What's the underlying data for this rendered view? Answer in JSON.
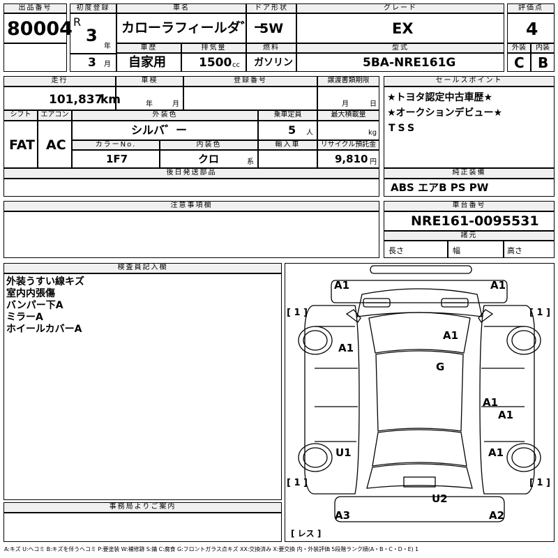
{
  "header": {
    "lot_label": "出品番号",
    "lot": "80004",
    "first_reg_label": "初度登録",
    "era": "R",
    "year": "3",
    "year_unit": "年",
    "month": "3",
    "month_unit": "月",
    "car_name_label": "車名",
    "car_name": "カローラフィールダ゛ー",
    "door_label": "ドア形状",
    "door": "5W",
    "grade_label": "グレード",
    "grade": "EX",
    "score_label": "評価点",
    "score": "4",
    "history_label": "車歴",
    "history": "自家用",
    "displacement_label": "排気量",
    "displacement": "1500",
    "displacement_unit": "cc",
    "fuel_label": "燃料",
    "fuel": "ガソリン",
    "model_label": "型式",
    "model": "5BA-NRE161G",
    "exterior_label": "外装",
    "exterior": "C",
    "interior_label": "内装",
    "interior": "B"
  },
  "row2": {
    "mileage_label": "走行",
    "mileage": "101,837",
    "mileage_unit": "km",
    "inspection_label": "車検",
    "inspection_year_unit": "年",
    "inspection_month_unit": "月",
    "reg_no_label": "登録番号",
    "transfer_label": "譲渡書類期限",
    "transfer_month_unit": "月",
    "transfer_day_unit": "日",
    "shift_label": "シフト",
    "shift": "FAT",
    "ac_label": "エアコン",
    "ac": "AC",
    "color_label": "外装色",
    "color": "シルバ゛ー",
    "capacity_label": "乗車定員",
    "capacity": "5",
    "capacity_unit": "人",
    "load_label": "最大積載量",
    "load_unit": "kg",
    "color_no_label": "カラーNo.",
    "color_no": "1F7",
    "int_color_label": "内装色",
    "int_color": "クロ",
    "int_color_unit": "系",
    "import_label": "輸入車",
    "recycle_label": "リサイクル預託金",
    "recycle": "9,810",
    "recycle_unit": "円"
  },
  "sales": {
    "label": "セールスポイント",
    "lines": [
      "★トヨタ認定中古車歴★",
      "★オークションデビュー★",
      "TSS"
    ]
  },
  "later_parts_label": "後日発送部品",
  "equipment": {
    "label": "純正装備",
    "value": "ABS エアB PS PW"
  },
  "notes_label": "注意事項欄",
  "chassis": {
    "label": "車台番号",
    "value": "NRE161-0095531"
  },
  "specs": {
    "label": "諸元",
    "length": "長さ",
    "width": "幅",
    "height": "高さ"
  },
  "inspector": {
    "label": "検査員記入欄",
    "lines": [
      "外装うすい線キズ",
      "室内内張傷",
      "バンパー下A",
      "ミラーA",
      "ホイールカバーA"
    ]
  },
  "office_label": "事務局よりご案内",
  "diagram": {
    "marks": [
      "A1",
      "A1",
      "A1",
      "A1",
      "G",
      "A1",
      "A1",
      "U1",
      "A1",
      "U2",
      "A3",
      "A2"
    ],
    "wheel_labels": [
      "[ 1 ]",
      "[ 1 ]",
      "[ 1 ]",
      "[ 1 ]"
    ],
    "spare_label": "[ レス ]"
  },
  "legend": "A:キズ U:ヘコミ B:キズを伴うヘコミ P:要塗装 W:補修跡 S:錆 C:腐食 G:フロントガラス点キズ XX:交換済み X:要交換  内・外装評価 5段階ランク順(A・B・C・D・E) 1"
}
